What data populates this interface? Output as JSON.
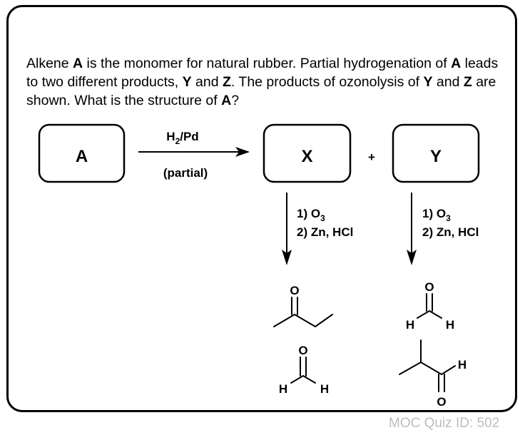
{
  "question": {
    "s1": "Alkene ",
    "a1": "A",
    "s2": " is the monomer for natural rubber. Partial hydrogenation of ",
    "a2": "A",
    "s3": " leads to two different products, ",
    "y1": "Y",
    "s4": " and ",
    "z1": "Z",
    "s5": ". The products of ozonolysis of ",
    "y2": "Y",
    "s6": " and ",
    "z2": "Z",
    "s7": " are shown. What is the structure of ",
    "a3": "A",
    "s8": "?"
  },
  "boxes": {
    "a": "A",
    "x": "X",
    "plus": "+",
    "y": "Y"
  },
  "reaction1": {
    "reagent_main": "H",
    "reagent_sub": "2",
    "reagent_rest": "/Pd",
    "condition": "(partial)"
  },
  "ozonolysis_left": {
    "step1_prefix": "1) O",
    "step1_sub": "3",
    "step2": "2) Zn, HCl"
  },
  "ozonolysis_right": {
    "step1_prefix": "1) O",
    "step1_sub": "3",
    "step2": "2) Zn, HCl"
  },
  "atoms": {
    "o": "O",
    "h": "H"
  },
  "watermark": "MOC Quiz ID: 502"
}
